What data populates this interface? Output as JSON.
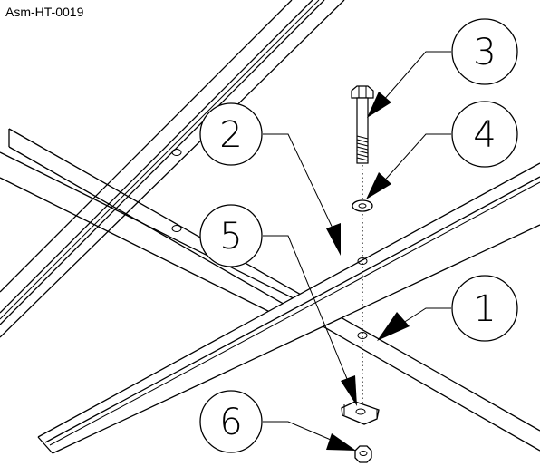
{
  "drawing_id": "Asm-HT-0019",
  "callouts": [
    {
      "number": "1",
      "part": "crossbar"
    },
    {
      "number": "2",
      "part": "channel-rail"
    },
    {
      "number": "3",
      "part": "hex-bolt"
    },
    {
      "number": "4",
      "part": "washer"
    },
    {
      "number": "5",
      "part": "channel-clip"
    },
    {
      "number": "6",
      "part": "hex-nut"
    }
  ],
  "colors": {
    "line": "#000000",
    "background": "#ffffff"
  }
}
